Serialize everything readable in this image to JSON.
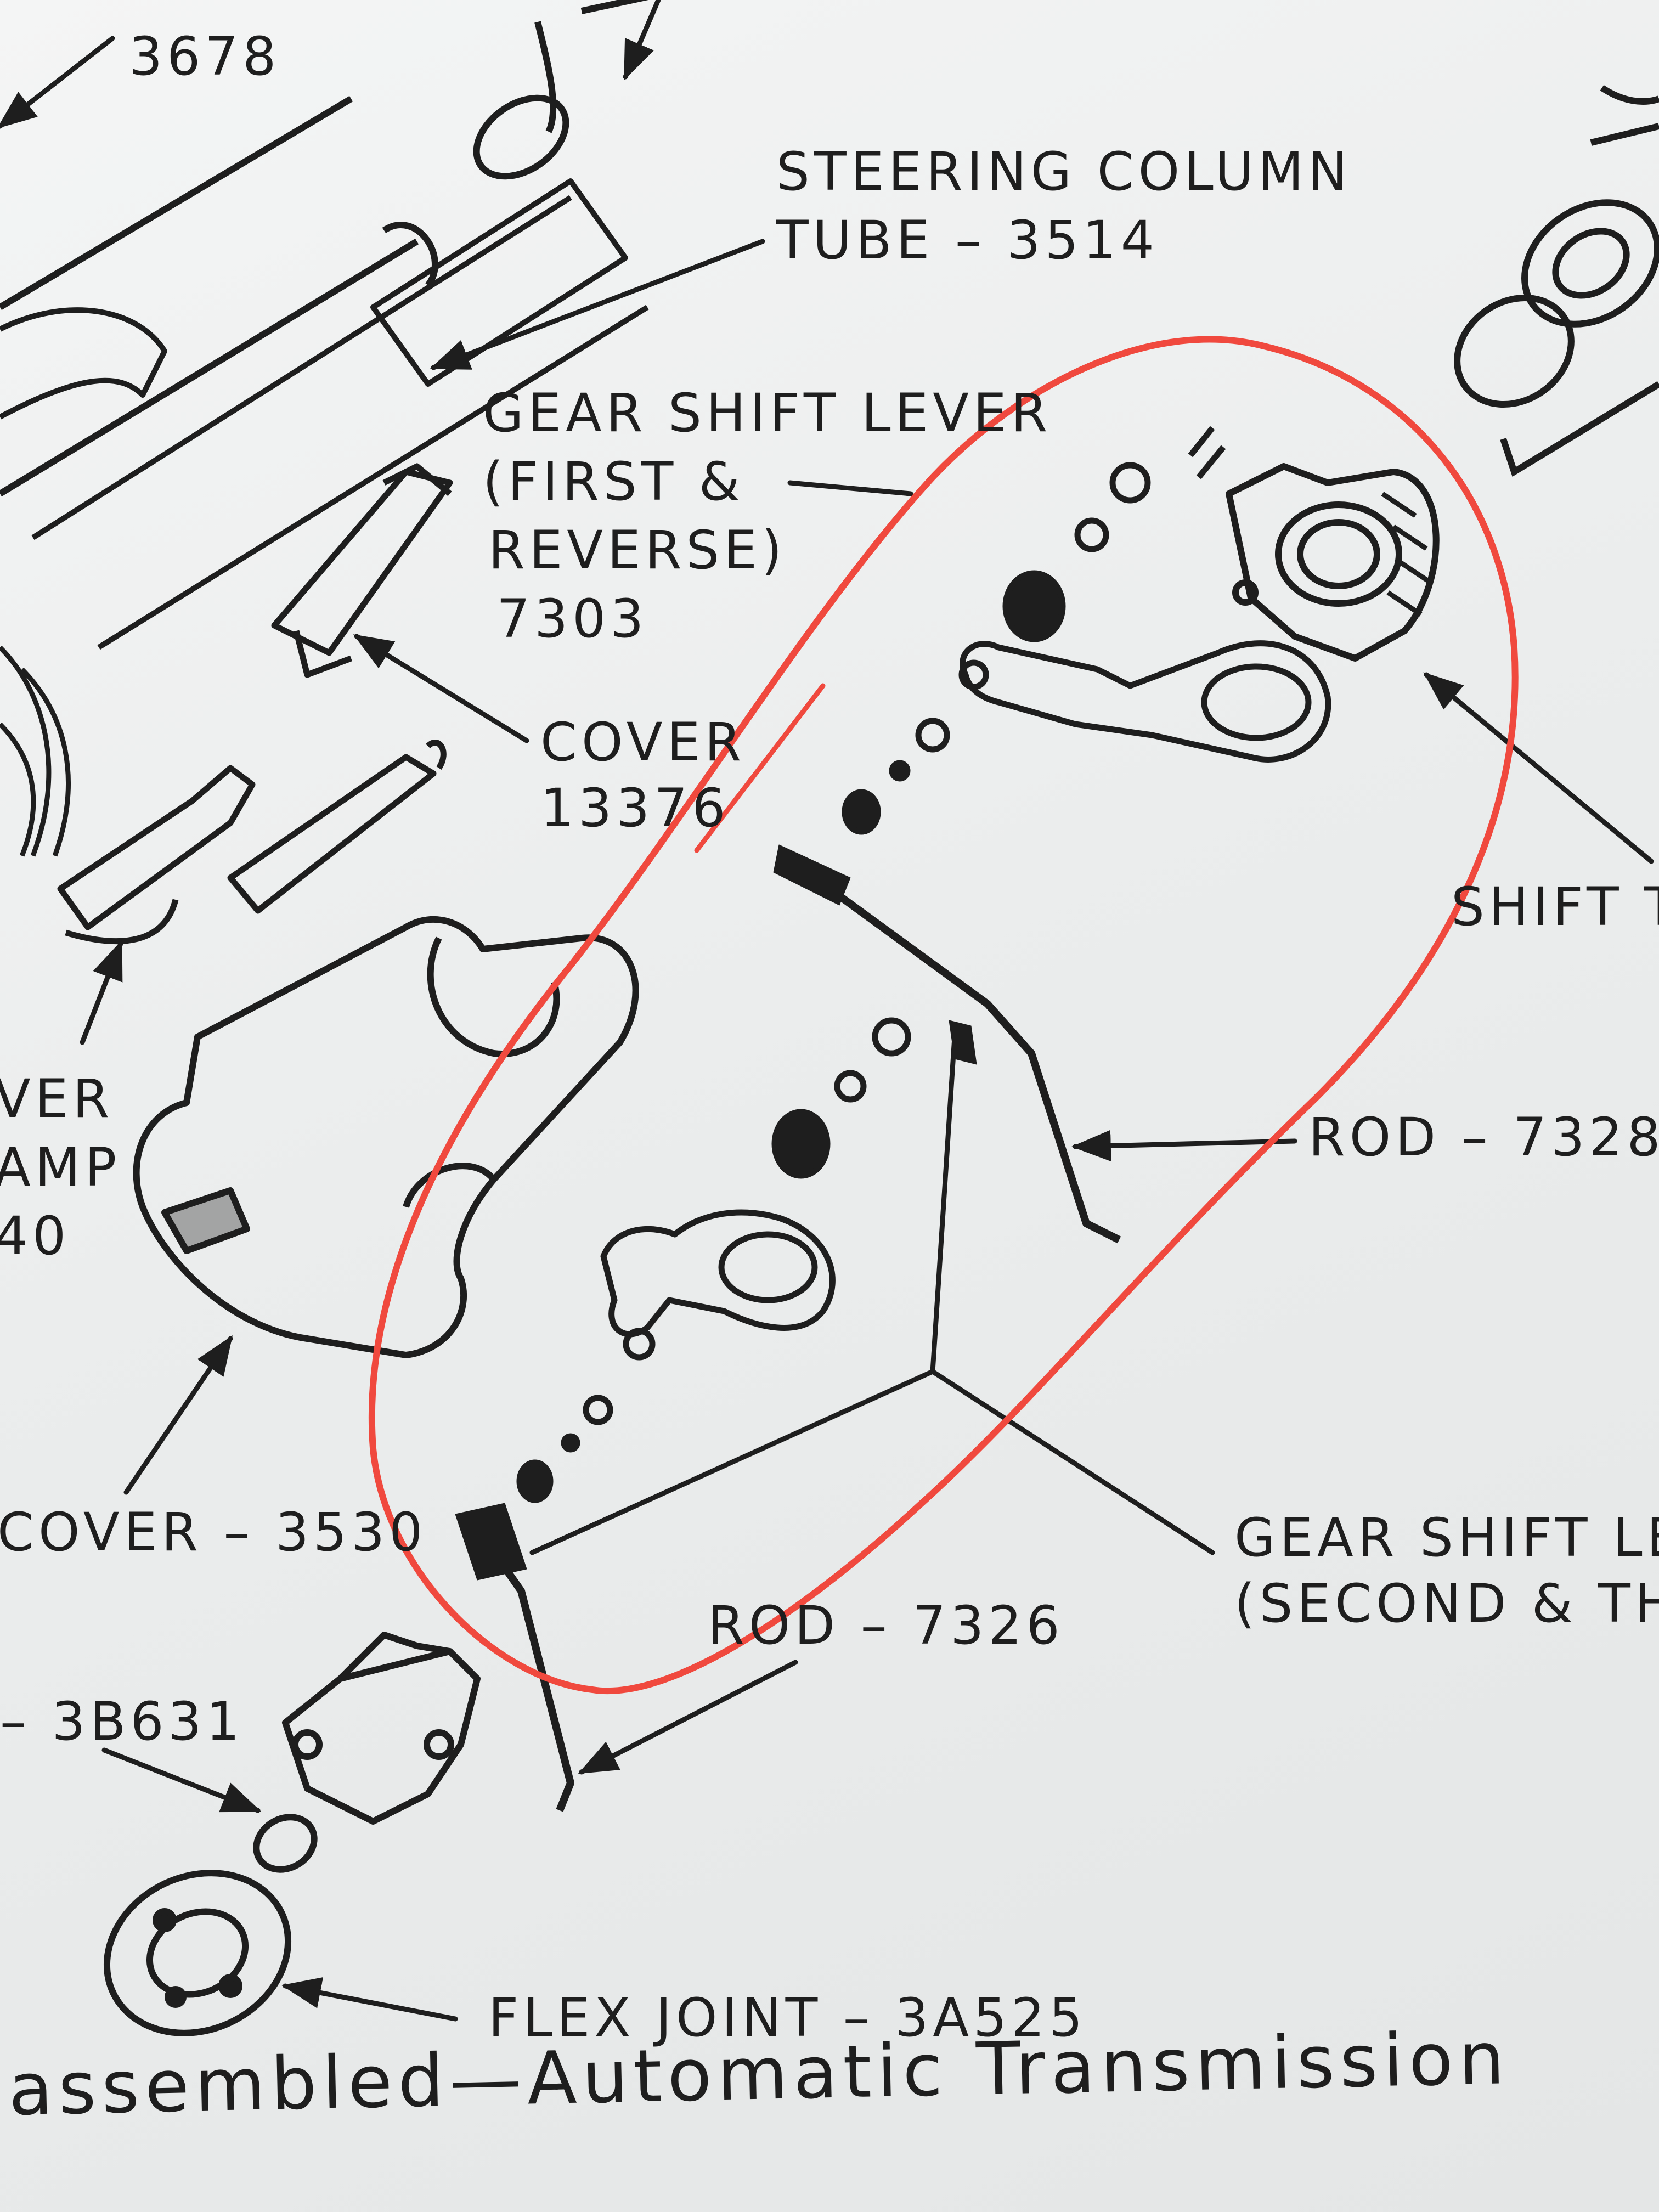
{
  "labels": {
    "bracket_number": "3678",
    "steering_column_tube": [
      "STEERING COLUMN",
      "TUBE – 3514"
    ],
    "gear_shift_lever_first_reverse": [
      "GEAR SHIFT LEVER",
      "(FIRST &",
      "REVERSE)",
      "7303"
    ],
    "cover_13376": [
      "COVER",
      "13376"
    ],
    "shift_tube_partial": "SHIFT T",
    "lever_clamp_partial": [
      "VER",
      "AMP",
      "40"
    ],
    "rod_7328": "ROD – 7328",
    "cover_3530": "COVER – 3530",
    "rod_7326": "ROD – 7326",
    "gear_shift_lever_second_third_partial": [
      "GEAR SHIFT LE",
      "(SECOND & THI"
    ],
    "part_3b631": "– 3B631",
    "flex_joint": "FLEX JOINT – 3A525"
  },
  "caption": "isassembled—Automatic Transmission",
  "colors": {
    "paper": "#eef0f0",
    "ink": "#1e1e1e",
    "highlight_circle": "#f0493e"
  }
}
